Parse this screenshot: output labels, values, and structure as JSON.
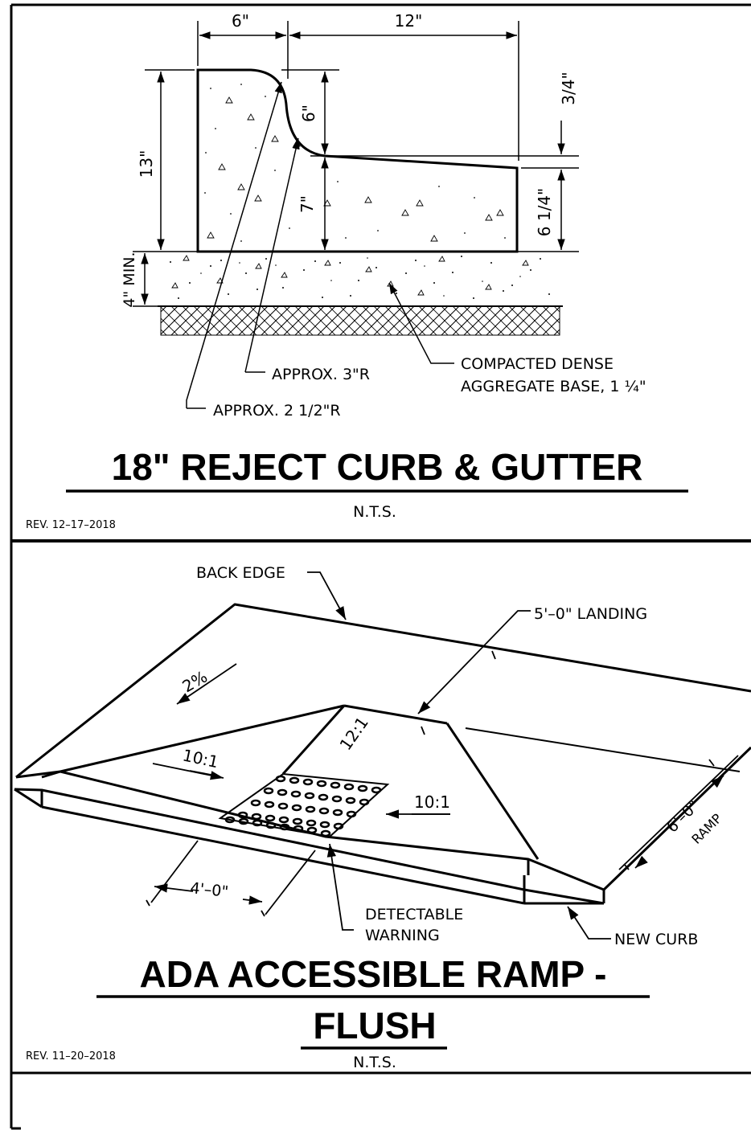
{
  "detail1": {
    "dims": {
      "top_left": "6\"",
      "top_right": "12\"",
      "overall_height": "13\"",
      "face_height": "6\"",
      "curb_depth": "7\"",
      "gutter_drop": "3/4\"",
      "gutter_depth": "6 1/4\"",
      "base_depth": "4\" MIN."
    },
    "labels": {
      "radius_3": "APPROX. 3\"R",
      "radius_2_5": "APPROX. 2 1/2\"R",
      "base_line1": "COMPACTED DENSE",
      "base_line2": "AGGREGATE BASE, 1 ¼\""
    },
    "title": "18\" REJECT CURB & GUTTER",
    "scale": "N.T.S.",
    "revision": "REV. 12–17–2018"
  },
  "detail2": {
    "labels": {
      "back_edge": "BACK EDGE",
      "landing": "5'–0\" LANDING",
      "slope_top": "2%",
      "flare_left": "10:1",
      "ramp_slope": "12:1",
      "flare_right": "10:1",
      "ramp_length": "6'–0\"",
      "ramp_word": "RAMP",
      "width": "4'–0\"",
      "detectable_line1": "DETECTABLE",
      "detectable_line2": "WARNING",
      "new_curb": "NEW CURB"
    },
    "title_line1": "ADA ACCESSIBLE RAMP -",
    "title_line2": "FLUSH",
    "scale": "N.T.S.",
    "revision": "REV. 11–20–2018"
  }
}
